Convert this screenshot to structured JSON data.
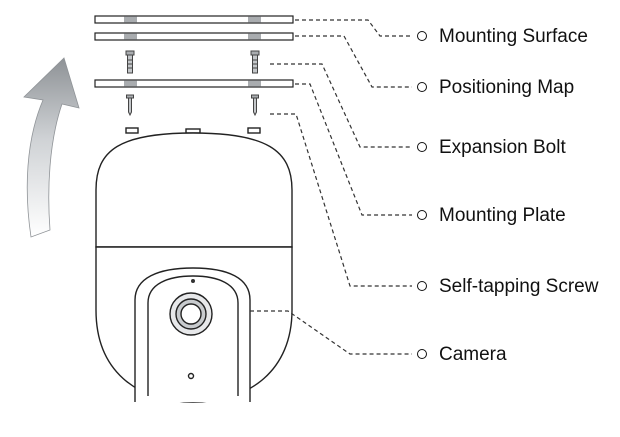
{
  "callouts": [
    {
      "id": "mounting-surface",
      "label": "Mounting Surface"
    },
    {
      "id": "positioning-map",
      "label": "Positioning Map"
    },
    {
      "id": "expansion-bolt",
      "label": "Expansion Bolt"
    },
    {
      "id": "mounting-plate",
      "label": "Mounting Plate"
    },
    {
      "id": "self-tapping-screw",
      "label": "Self-tapping Screw"
    },
    {
      "id": "camera",
      "label": "Camera"
    }
  ],
  "icons": {
    "install_direction": "curved-up-arrow-icon"
  }
}
